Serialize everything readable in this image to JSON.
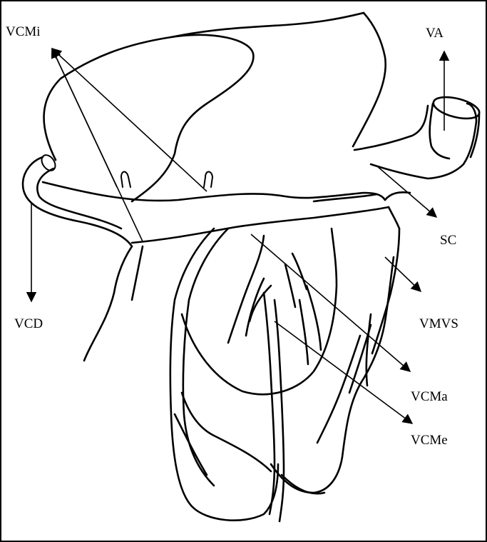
{
  "labels": {
    "vcmi": "VCMi",
    "va": "VA",
    "sc": "SC",
    "vcd": "VCD",
    "vmvs": "VMVS",
    "vcma": "VCMa",
    "vcme": "VCMe"
  },
  "colors": {
    "ink": "#000000",
    "background": "#ffffff"
  }
}
